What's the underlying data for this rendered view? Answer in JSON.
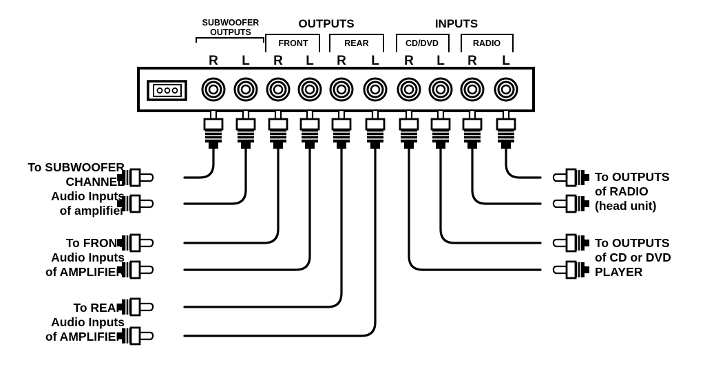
{
  "header": {
    "subwoofer_outputs_line1": "SUBWOOFER",
    "subwoofer_outputs_line2": "OUTPUTS",
    "outputs": "OUTPUTS",
    "inputs": "INPUTS",
    "front": "FRONT",
    "rear": "REAR",
    "cd_dvd": "CD/DVD",
    "radio": "RADIO"
  },
  "channels": [
    "R",
    "L",
    "R",
    "L",
    "R",
    "L",
    "R",
    "L",
    "R",
    "L"
  ],
  "power_connector_icon": "three-pin-power-connector-icon",
  "left_labels": {
    "subwoofer": [
      "To SUBWOOFER",
      "CHANNEL",
      "Audio Inputs",
      "of amplifier"
    ],
    "front": [
      "To FRONT",
      "Audio Inputs",
      "of AMPLIFIER"
    ],
    "rear": [
      "To REAR",
      "Audio Inputs",
      "of AMPLIFIER"
    ]
  },
  "right_labels": {
    "radio": [
      "To OUTPUTS",
      "of RADIO",
      "(head unit)"
    ],
    "cd": [
      "To OUTPUTS",
      "of CD or DVD",
      "PLAYER"
    ]
  }
}
